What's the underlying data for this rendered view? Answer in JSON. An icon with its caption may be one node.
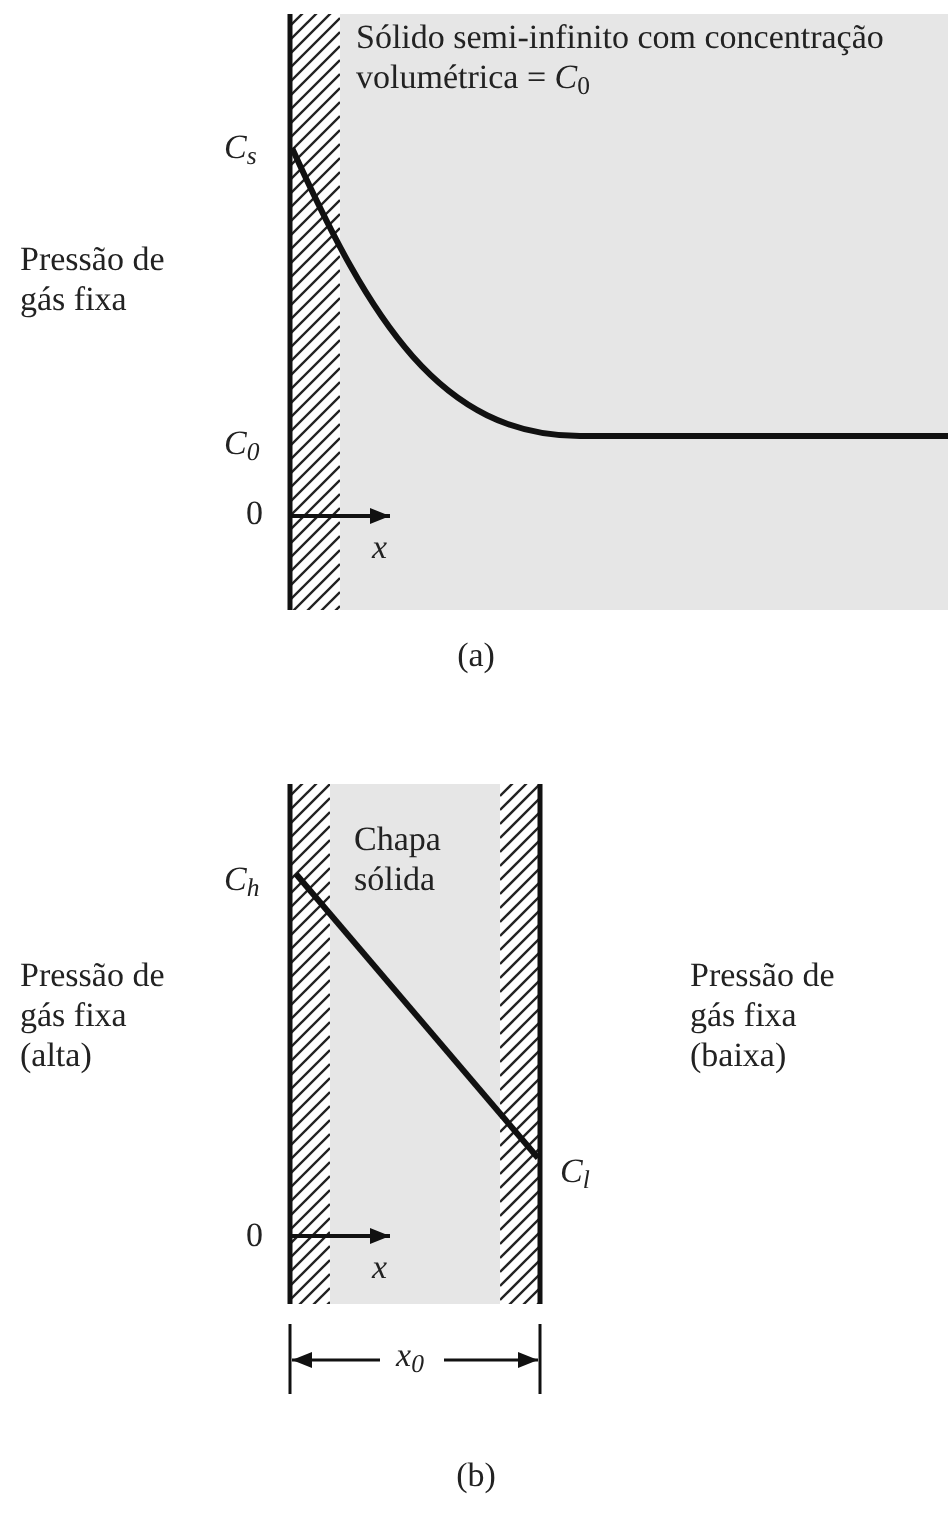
{
  "diagram": {
    "nodes": [
      {
        "text": [
          "Sólido semi-infinito com concentração volumétrica = *C*$_{0}$"
        ]
      },
      {
        "text": [
          "Chapa sólida"
        ]
      }
    ],
    "labels": [
      "Pressão de gás fixa",
      "C$_{s}$",
      "C$_{0}$",
      "0",
      "x",
      "(a)",
      "C$_{h}$",
      "Pressão de gás fixa (alta)",
      "Pressão de gás fixa (baixa)",
      "C$_{l}$",
      "0",
      "x",
      "x$_{0}$",
      "(b)"
    ]
  }
}
